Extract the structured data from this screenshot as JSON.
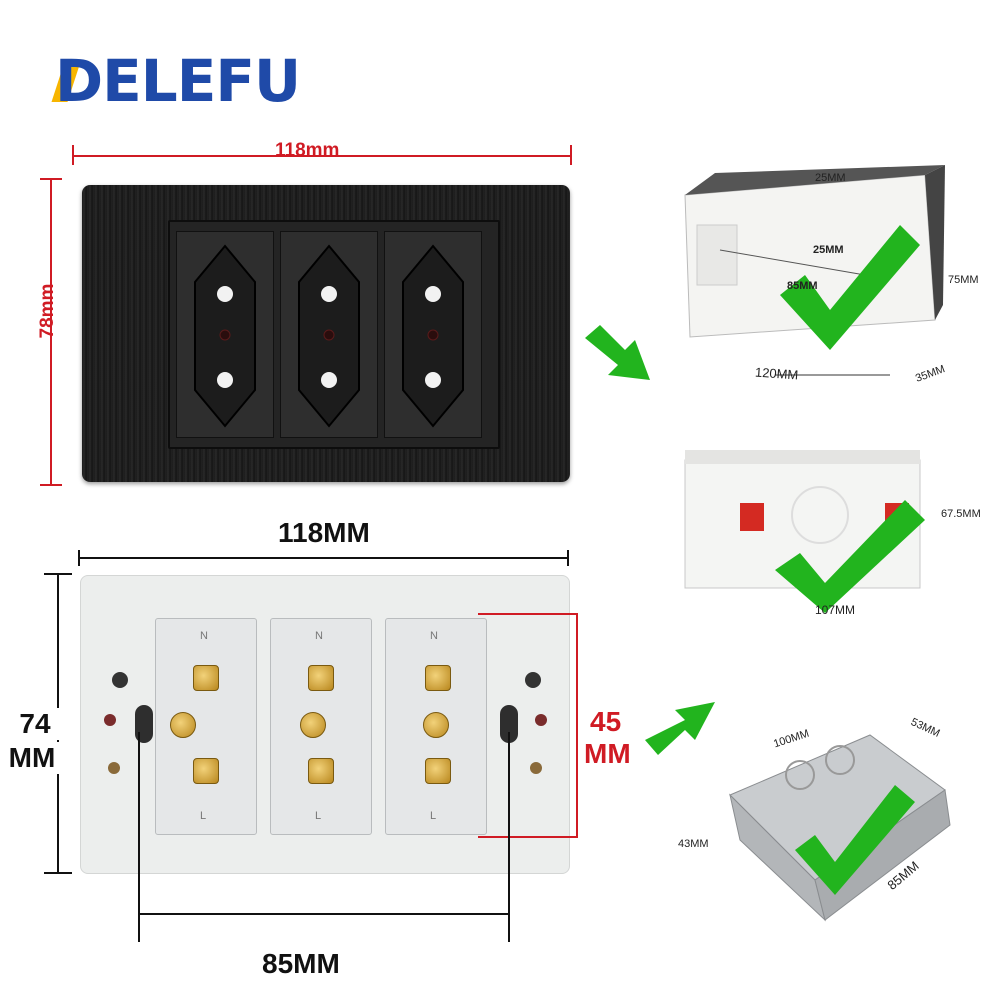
{
  "brand": {
    "name": "DELEFU"
  },
  "front": {
    "width_label": "118mm",
    "height_label": "78mm",
    "outlets": 3
  },
  "back": {
    "width_label": "118MM",
    "height_label_line1": "74",
    "height_label_line2": "MM",
    "module_height_line1": "45",
    "module_height_line2": "MM",
    "mount_spacing_label": "85MM",
    "terminal_top": "N",
    "terminal_bottom": "L"
  },
  "box1": {
    "top_label": "25MM",
    "inner_label": "25MM",
    "inner_width_label": "85MM",
    "height_label": "75MM",
    "width_label": "120MM",
    "depth_label": "35MM"
  },
  "box2": {
    "height_label": "67.5MM",
    "width_label": "107MM"
  },
  "box3": {
    "width_label": "100MM",
    "depth_label": "53MM",
    "height_label": "43MM",
    "length_label": "85MM"
  },
  "colors": {
    "brand_blue": "#1f4aa8",
    "dim_red": "#d01b24",
    "check_green": "#22b41e",
    "plate_black": "#1b1b1b"
  }
}
